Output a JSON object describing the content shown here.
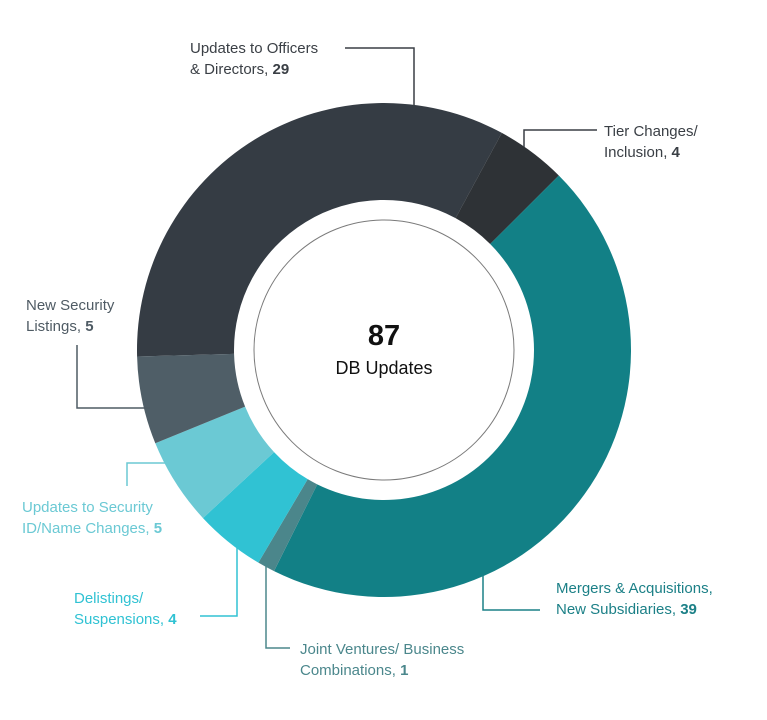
{
  "chart_data": {
    "type": "pie",
    "subtype": "donut",
    "title": "",
    "center": {
      "value": "87",
      "label": "DB Updates"
    },
    "total": 87,
    "categories": [
      "Updates to Officers & Directors",
      "Tier Changes/ Inclusion",
      "Mergers & Acquisitions, New Subsidiaries",
      "Joint Ventures/ Business Combinations",
      "Delistings/ Suspensions",
      "Updates to Security ID/Name Changes",
      "New Security Listings"
    ],
    "values": [
      29,
      4,
      39,
      1,
      4,
      5,
      5
    ],
    "colors": [
      "#353c44",
      "#2e3236",
      "#128086",
      "#4b868b",
      "#30c2d3",
      "#6bc9d4",
      "#4f5e67"
    ],
    "start_angle_deg": 268.5,
    "direction": "clockwise"
  },
  "labels": [
    {
      "line1": "Updates to Officers",
      "line2": "& Directors, ",
      "value": "29",
      "color": "#3a3f45",
      "line_color": "#3a3f45"
    },
    {
      "line1": "Tier Changes/",
      "line2": "Inclusion, ",
      "value": "4",
      "color": "#3a3f45",
      "line_color": "#3a3f45"
    },
    {
      "line1": "Mergers & Acquisitions,",
      "line2": "New Subsidiaries, ",
      "value": "39",
      "color": "#1c8087",
      "line_color": "#1c8087"
    },
    {
      "line1": "Joint Ventures/ Business",
      "line2": "Combinations, ",
      "value": "1",
      "color": "#4b878c",
      "line_color": "#4b878c"
    },
    {
      "line1": "Delistings/",
      "line2": "Suspensions, ",
      "value": "4",
      "color": "#30c2d3",
      "line_color": "#30c2d3"
    },
    {
      "line1": "Updates to Security",
      "line2": "ID/Name Changes, ",
      "value": "5",
      "color": "#6bc9d4",
      "line_color": "#6bc9d4"
    },
    {
      "line1": "New Security",
      "line2": "Listings, ",
      "value": "5",
      "color": "#4f5b64",
      "line_color": "#4f5b64"
    }
  ]
}
